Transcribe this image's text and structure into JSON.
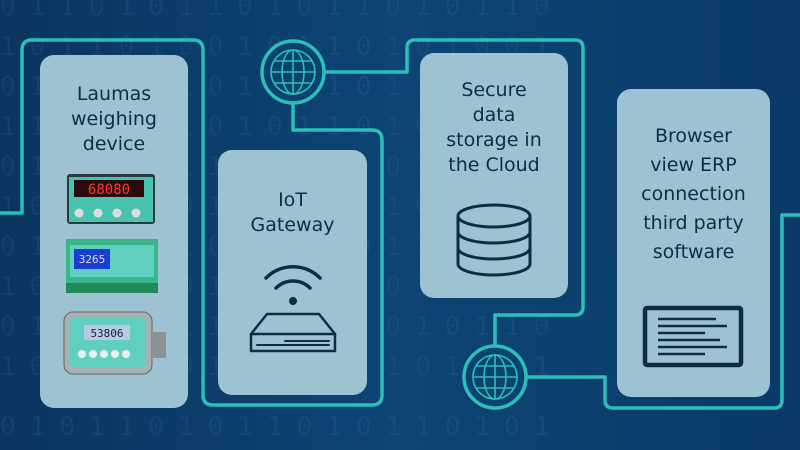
{
  "background_digits": [
    "0110101101011010110",
    "1011010010110101001",
    "0101101011010110101",
    "1101011010110101101",
    "0110101101011010110",
    "1011010110101101011",
    "0101101011010110101",
    "1010110101101011010",
    "0110101101011010110",
    "1011010110101101011",
    "0101101011010110101"
  ],
  "colors": {
    "line": "#2bbfb8",
    "box": "#9dc3d3",
    "text": "#0e2d45",
    "background": "#0c4270"
  },
  "nodes": [
    {
      "lines": [
        "Laumas",
        "weighing",
        "device"
      ],
      "displays": [
        "68080",
        "3265",
        "53806"
      ],
      "icon": "weighing-devices-image"
    },
    {
      "lines": [
        "IoT",
        "Gateway"
      ],
      "icon": "wifi-router-icon"
    },
    {
      "lines": [
        "Secure",
        "data",
        "storage in",
        "the Cloud"
      ],
      "icon": "database-icon"
    },
    {
      "lines": [
        "Browser",
        "view ERP",
        "connection",
        "third party",
        "software"
      ],
      "icon": "browser-window-icon"
    }
  ],
  "connectors": [
    "globe-icon",
    "globe-icon"
  ]
}
